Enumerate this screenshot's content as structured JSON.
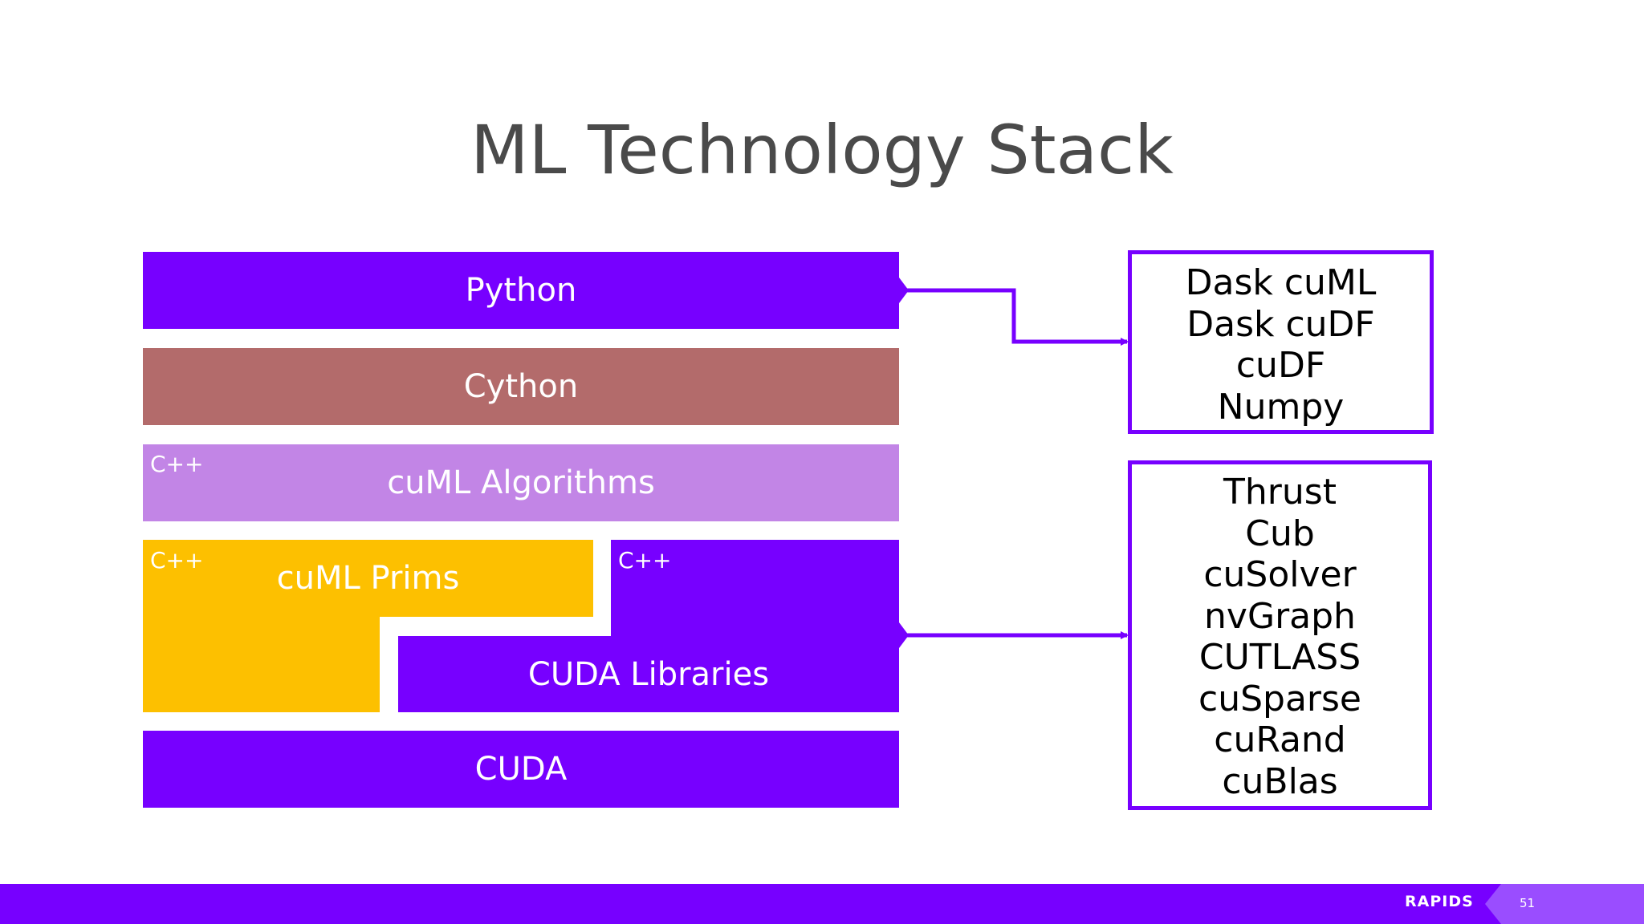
{
  "slide": {
    "title": "ML Technology Stack",
    "page_number": "51",
    "brand": "RAPIDS"
  },
  "stack": {
    "python": "Python",
    "cython": "Cython",
    "cuml_algorithms": "cuML Algorithms",
    "cuml_prims": "cuML Prims",
    "cuda_libraries": "CUDA Libraries",
    "cuda": "CUDA",
    "cpp_tag": "C++"
  },
  "python_deps": [
    "Dask cuML",
    "Dask cuDF",
    "cuDF",
    "Numpy"
  ],
  "cuda_libs": [
    "Thrust",
    "Cub",
    "cuSolver",
    "nvGraph",
    "CUTLASS",
    "cuSparse",
    "cuRand",
    "cuBlas"
  ],
  "colors": {
    "primary": "#7700ff",
    "cython": "#b36b6b",
    "algorithms": "#c285e6",
    "prims": "#fdc000",
    "title": "#4a4a4a"
  }
}
